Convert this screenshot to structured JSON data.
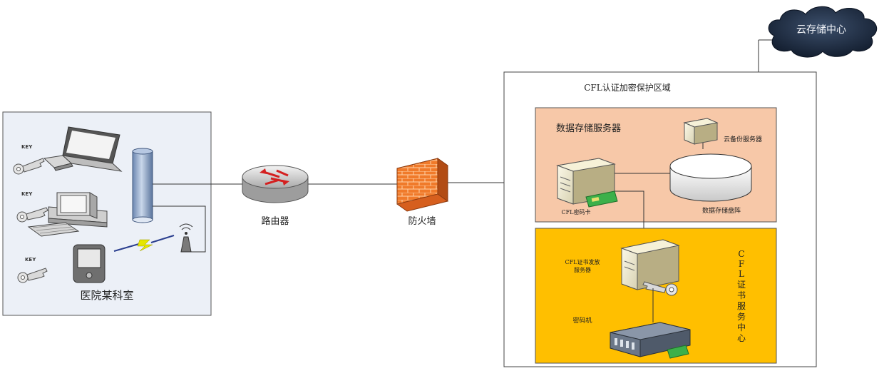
{
  "hospital": {
    "title": "医院某科室",
    "key_labels": [
      "KEY",
      "KEY",
      "KEY"
    ]
  },
  "router": {
    "label": "路由器"
  },
  "firewall": {
    "label": "防火墙"
  },
  "cloud": {
    "label": "云存储中心"
  },
  "protected_zone": {
    "title": "CFL认证加密保护区域",
    "storage": {
      "title": "数据存储服务器",
      "card_label": "CFL密码卡",
      "backup_label": "云备份服务器",
      "disk_label": "数据存储盘阵"
    },
    "cert_center": {
      "server_label_line1": "CFL证书发放",
      "server_label_line2": "服务器",
      "crypto_machine_label": "密码机",
      "vertical_title": [
        "C",
        "F",
        "L",
        "证",
        "书",
        "服",
        "务",
        "中",
        "心"
      ]
    }
  }
}
